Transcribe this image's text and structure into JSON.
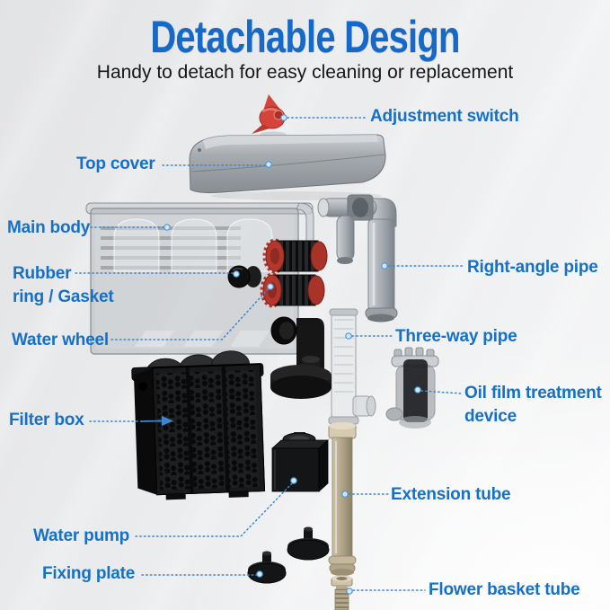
{
  "header": {
    "title": "Detachable Design",
    "subtitle": "Handy to detach for easy cleaning or replacement"
  },
  "labels": {
    "adjustment_switch": {
      "lines": [
        "Adjustment switch"
      ]
    },
    "top_cover": {
      "lines": [
        "Top cover"
      ]
    },
    "main_body": {
      "lines": [
        "Main body"
      ]
    },
    "rubber_ring": {
      "lines": [
        "Rubber",
        "ring / Gasket"
      ]
    },
    "water_wheel": {
      "lines": [
        "Water wheel"
      ]
    },
    "right_angle_pipe": {
      "lines": [
        "Right-angle pipe"
      ]
    },
    "three_way_pipe": {
      "lines": [
        "Three-way pipe"
      ]
    },
    "oil_film_device": {
      "lines": [
        "Oil film treatment",
        "device"
      ]
    },
    "filter_box": {
      "lines": [
        "Filter box"
      ]
    },
    "water_pump": {
      "lines": [
        "Water pump"
      ]
    },
    "fixing_plate": {
      "lines": [
        "Fixing plate"
      ]
    },
    "extension_tube": {
      "lines": [
        "Extension tube"
      ]
    },
    "flower_basket_tube": {
      "lines": [
        "Flower basket tube"
      ]
    }
  },
  "colors": {
    "title_blue": "#1569c8",
    "label_blue": "#1570c8",
    "leader_blue": "#3c87d2",
    "switch_red": "#d5433a",
    "wheel_red": "#b5372c",
    "tube_tan": "#b2a68b"
  }
}
